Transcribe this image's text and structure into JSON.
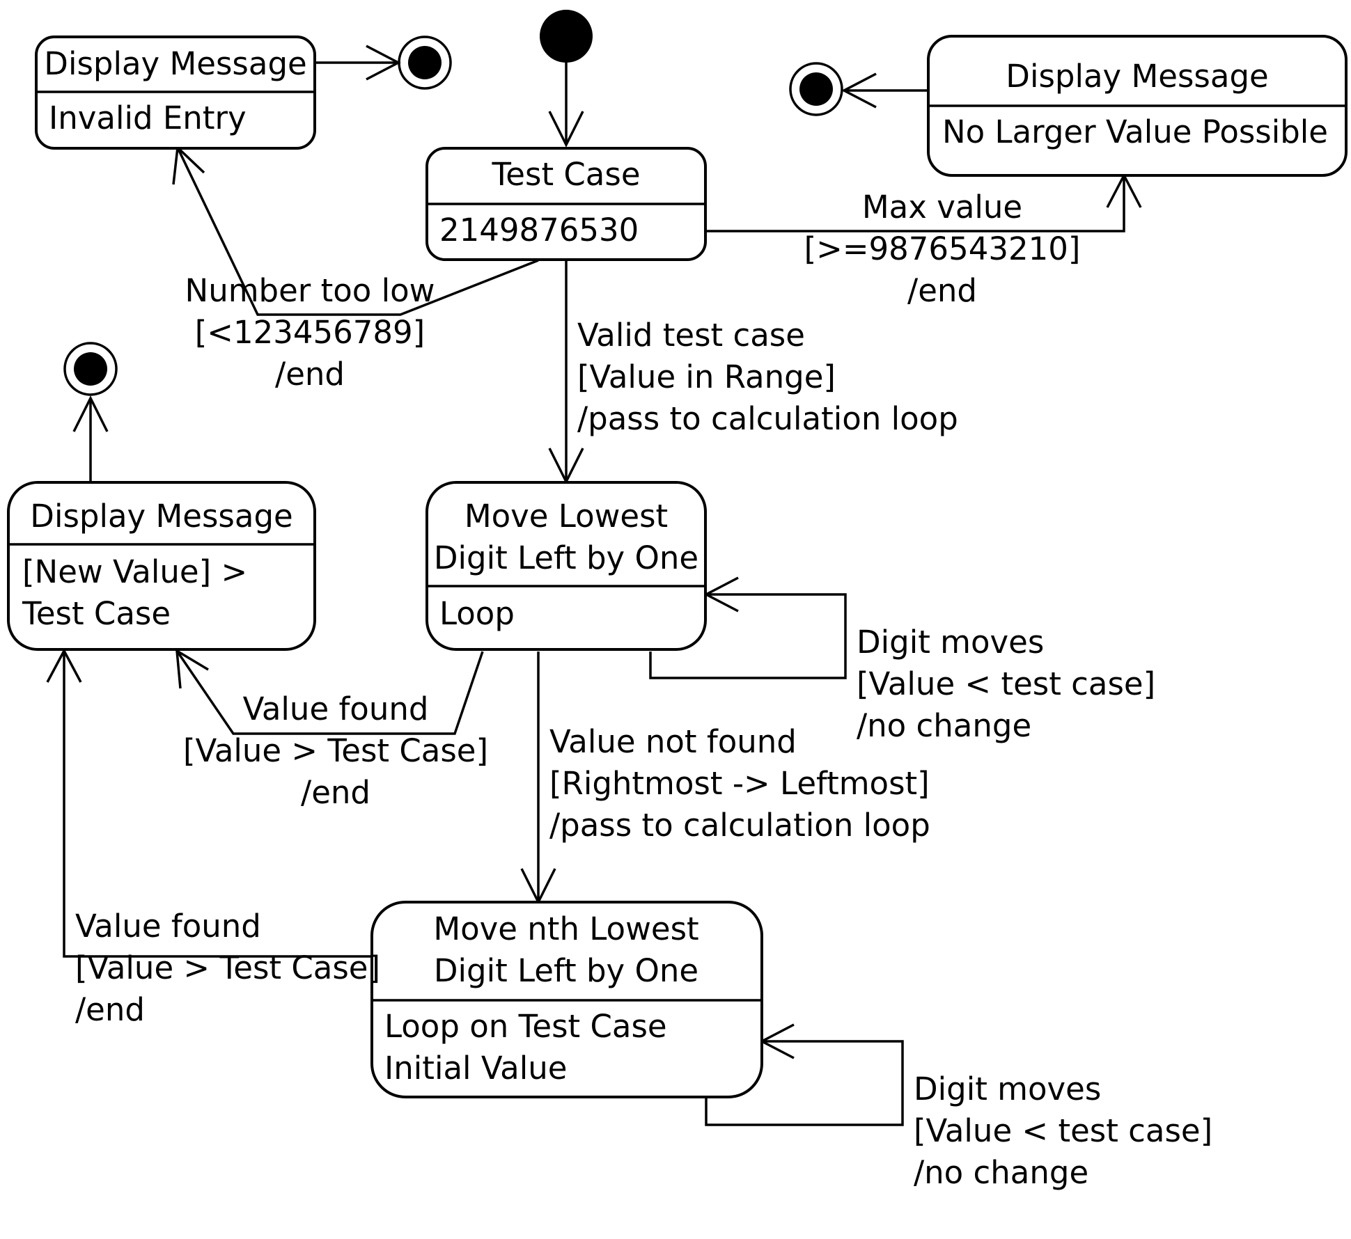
{
  "states": {
    "msg_invalid": {
      "title": "Display Message",
      "body": [
        "Invalid Entry"
      ]
    },
    "test_case": {
      "title": "Test Case",
      "body": [
        "2149876530"
      ]
    },
    "msg_no_larger": {
      "title": "Display Message",
      "body": [
        "No Larger Value Possible"
      ]
    },
    "msg_new_value": {
      "title": "Display Message",
      "body": [
        "[New Value] >",
        "Test Case"
      ]
    },
    "move_lowest": {
      "title": [
        "Move Lowest",
        "Digit Left by One"
      ],
      "body": [
        "Loop"
      ]
    },
    "move_nth": {
      "title": [
        "Move nth Lowest",
        "Digit Left by One"
      ],
      "body": [
        "Loop on Test Case",
        "Initial Value"
      ]
    }
  },
  "transitions": {
    "too_low": [
      "Number too low",
      "[<123456789]",
      "/end"
    ],
    "max_value": [
      "Max value",
      "[>=9876543210]",
      "/end"
    ],
    "valid": [
      "Valid test case",
      "[Value in Range]",
      "/pass to calculation loop"
    ],
    "digit_moves_1": [
      "Digit moves",
      "[Value < test case]",
      "/no change"
    ],
    "value_found_1": [
      "Value found",
      "[Value > Test Case]",
      "/end"
    ],
    "not_found": [
      "Value not found",
      "[Rightmost -> Leftmost]",
      "/pass to calculation loop"
    ],
    "value_found_2": [
      "Value found",
      "[Value > Test Case]",
      "/end"
    ],
    "digit_moves_2": [
      "Digit moves",
      "[Value < test case]",
      "/no change"
    ]
  }
}
